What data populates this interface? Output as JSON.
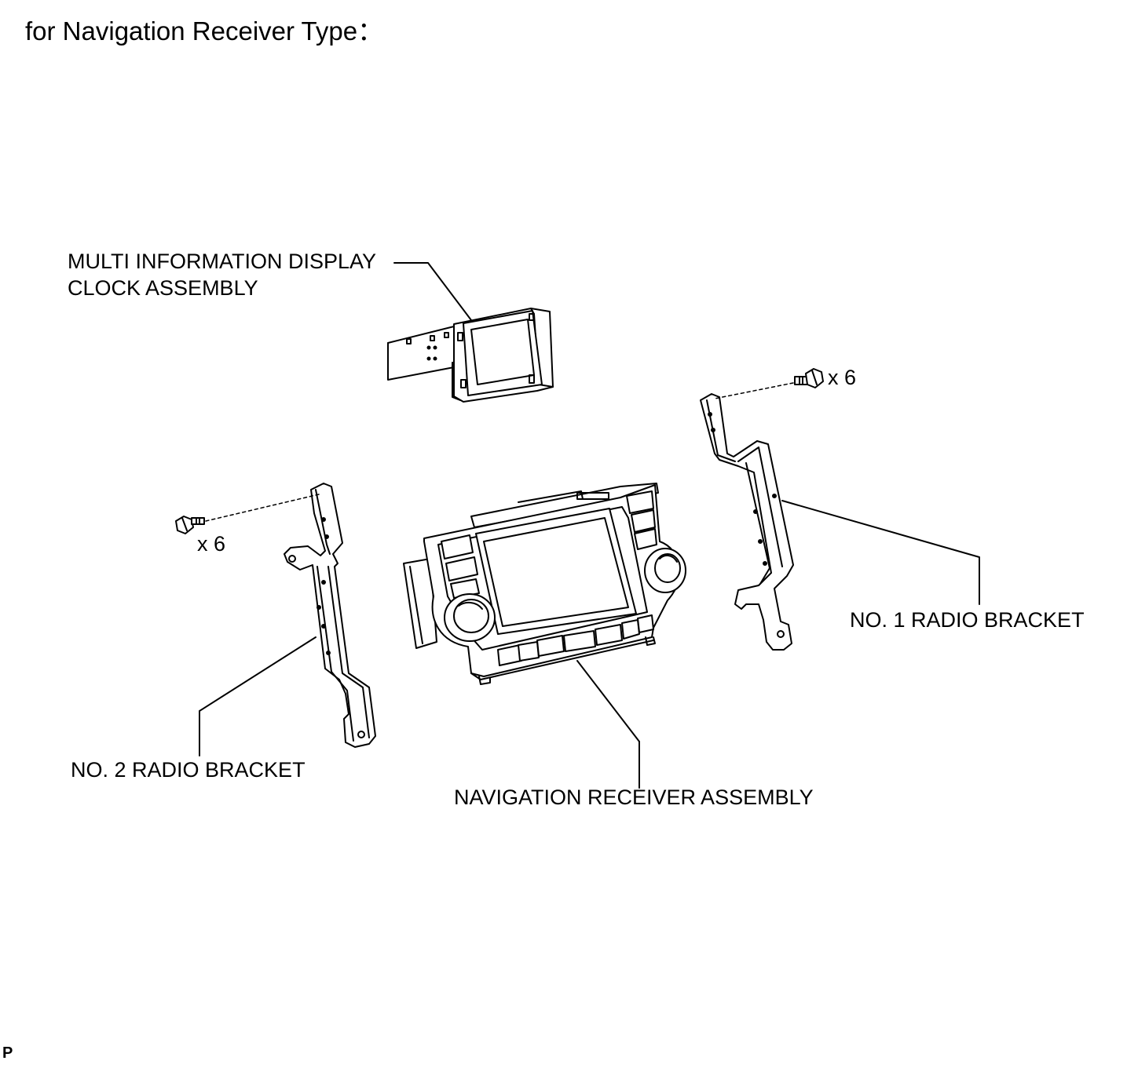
{
  "heading": "for Navigation Receiver Type：",
  "labels": {
    "clock_line1": "MULTI INFORMATION DISPLAY",
    "clock_line2": "CLOCK ASSEMBLY",
    "bolt_count_right": "x 6",
    "bolt_count_left": "x 6",
    "bracket_no1": "NO. 1 RADIO BRACKET",
    "bracket_no2": "NO. 2 RADIO BRACKET",
    "nav_receiver": "NAVIGATION RECEIVER ASSEMBLY"
  },
  "corner_mark": "P",
  "colors": {
    "ink": "#000000",
    "paper": "#ffffff"
  }
}
